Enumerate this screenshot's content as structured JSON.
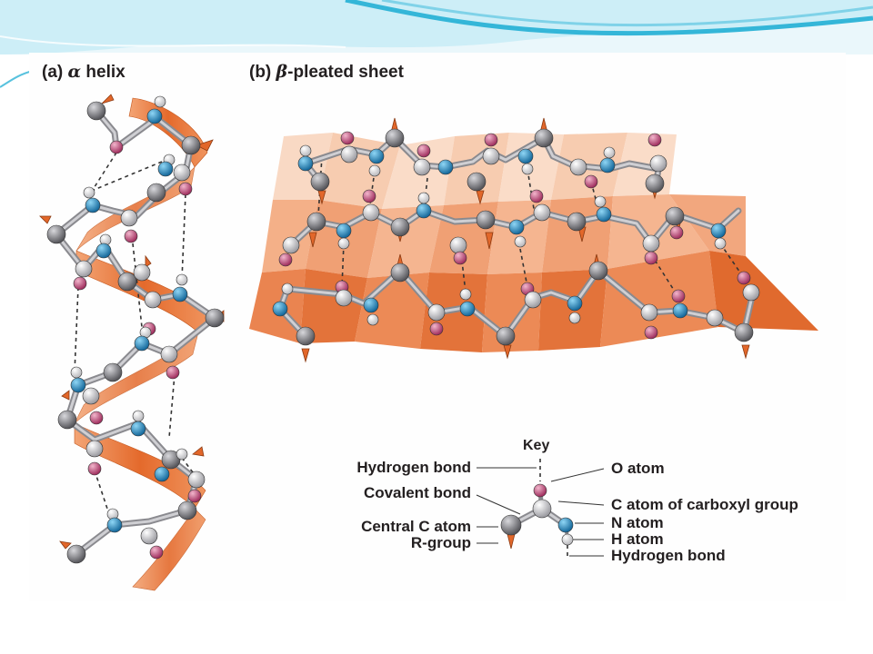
{
  "panels": {
    "a": {
      "letter": "(a)",
      "greek": "α",
      "name": "helix"
    },
    "b": {
      "letter": "(b)",
      "greek": "β",
      "name": "-pleated sheet"
    }
  },
  "key": {
    "title": "Key",
    "left_labels": [
      "Hydrogen bond",
      "Covalent bond",
      "Central C atom",
      "R-group"
    ],
    "right_labels": [
      "O atom",
      "C atom of carboxyl group",
      "N atom",
      "H atom",
      "Hydrogen bond"
    ]
  },
  "colors": {
    "slide_background": "#ffffff",
    "banner_light": "#cdeef7",
    "banner_accent": "#34b6d8",
    "figure_panel": "#fefefe",
    "ribbon_orange": "#ea7a3a",
    "sheet_light": "#f9d6c0",
    "sheet_mid": "#f2a57c",
    "sheet_dark": "#e56d30",
    "central_c_atom": "#6e6e72",
    "carboxyl_c_atom": "#c4c4c8",
    "n_atom": "#1f8fc8",
    "o_atom": "#c24a78",
    "h_atom": "#f4f4f4",
    "label_text": "#231f20"
  }
}
